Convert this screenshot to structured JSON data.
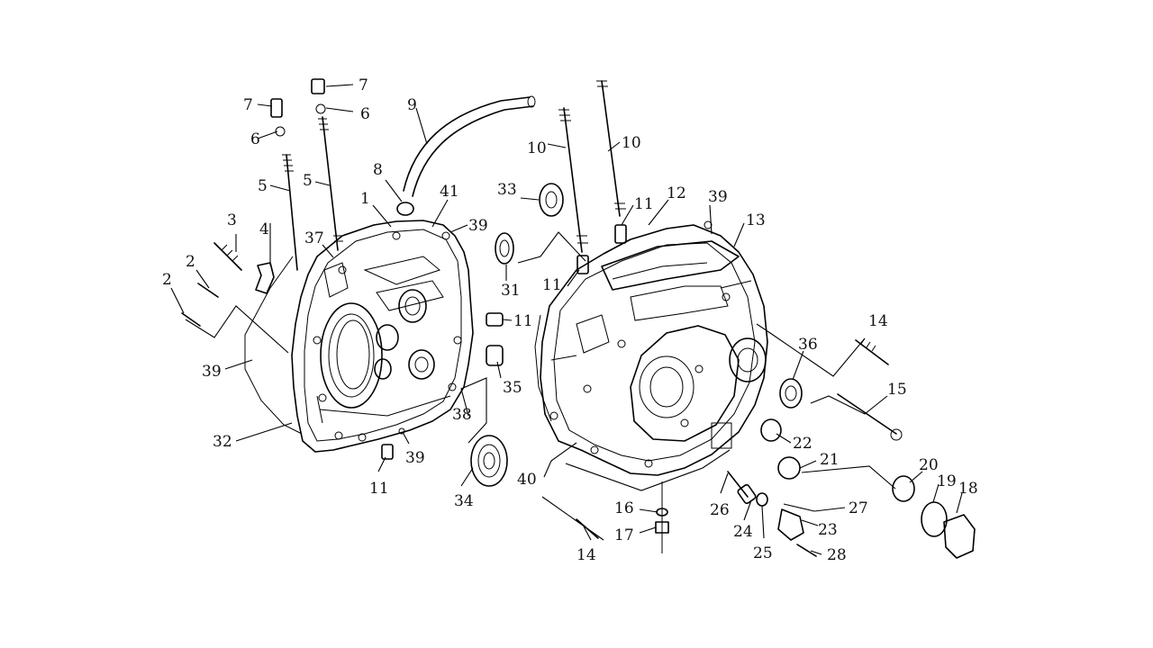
{
  "figure": {
    "kind": "exploded-parts-diagram",
    "subject": "engine crankcase assembly (left and right halves)",
    "line_color": "#000000",
    "background": "#ffffff"
  },
  "callouts": [
    {
      "id": "c1",
      "label": "1"
    },
    {
      "id": "c2a",
      "label": "2"
    },
    {
      "id": "c2b",
      "label": "2"
    },
    {
      "id": "c3",
      "label": "3"
    },
    {
      "id": "c4",
      "label": "4"
    },
    {
      "id": "c5a",
      "label": "5"
    },
    {
      "id": "c5b",
      "label": "5"
    },
    {
      "id": "c6a",
      "label": "6"
    },
    {
      "id": "c6b",
      "label": "6"
    },
    {
      "id": "c7a",
      "label": "7"
    },
    {
      "id": "c7b",
      "label": "7"
    },
    {
      "id": "c8",
      "label": "8"
    },
    {
      "id": "c9",
      "label": "9"
    },
    {
      "id": "c10a",
      "label": "10"
    },
    {
      "id": "c10b",
      "label": "10"
    },
    {
      "id": "c11a",
      "label": "11"
    },
    {
      "id": "c11b",
      "label": "11"
    },
    {
      "id": "c11c",
      "label": "11"
    },
    {
      "id": "c11d",
      "label": "11"
    },
    {
      "id": "c12",
      "label": "12"
    },
    {
      "id": "c13",
      "label": "13"
    },
    {
      "id": "c14a",
      "label": "14"
    },
    {
      "id": "c14b",
      "label": "14"
    },
    {
      "id": "c15",
      "label": "15"
    },
    {
      "id": "c16",
      "label": "16"
    },
    {
      "id": "c17",
      "label": "17"
    },
    {
      "id": "c18",
      "label": "18"
    },
    {
      "id": "c19",
      "label": "19"
    },
    {
      "id": "c20",
      "label": "20"
    },
    {
      "id": "c21",
      "label": "21"
    },
    {
      "id": "c22",
      "label": "22"
    },
    {
      "id": "c23",
      "label": "23"
    },
    {
      "id": "c24",
      "label": "24"
    },
    {
      "id": "c25",
      "label": "25"
    },
    {
      "id": "c26",
      "label": "26"
    },
    {
      "id": "c27",
      "label": "27"
    },
    {
      "id": "c28",
      "label": "28"
    },
    {
      "id": "c31",
      "label": "31"
    },
    {
      "id": "c32",
      "label": "32"
    },
    {
      "id": "c33",
      "label": "33"
    },
    {
      "id": "c34",
      "label": "34"
    },
    {
      "id": "c35",
      "label": "35"
    },
    {
      "id": "c36",
      "label": "36"
    },
    {
      "id": "c37",
      "label": "37"
    },
    {
      "id": "c38",
      "label": "38"
    },
    {
      "id": "c39a",
      "label": "39"
    },
    {
      "id": "c39b",
      "label": "39"
    },
    {
      "id": "c39c",
      "label": "39"
    },
    {
      "id": "c39d",
      "label": "39"
    },
    {
      "id": "c40",
      "label": "40"
    },
    {
      "id": "c41",
      "label": "41"
    }
  ]
}
